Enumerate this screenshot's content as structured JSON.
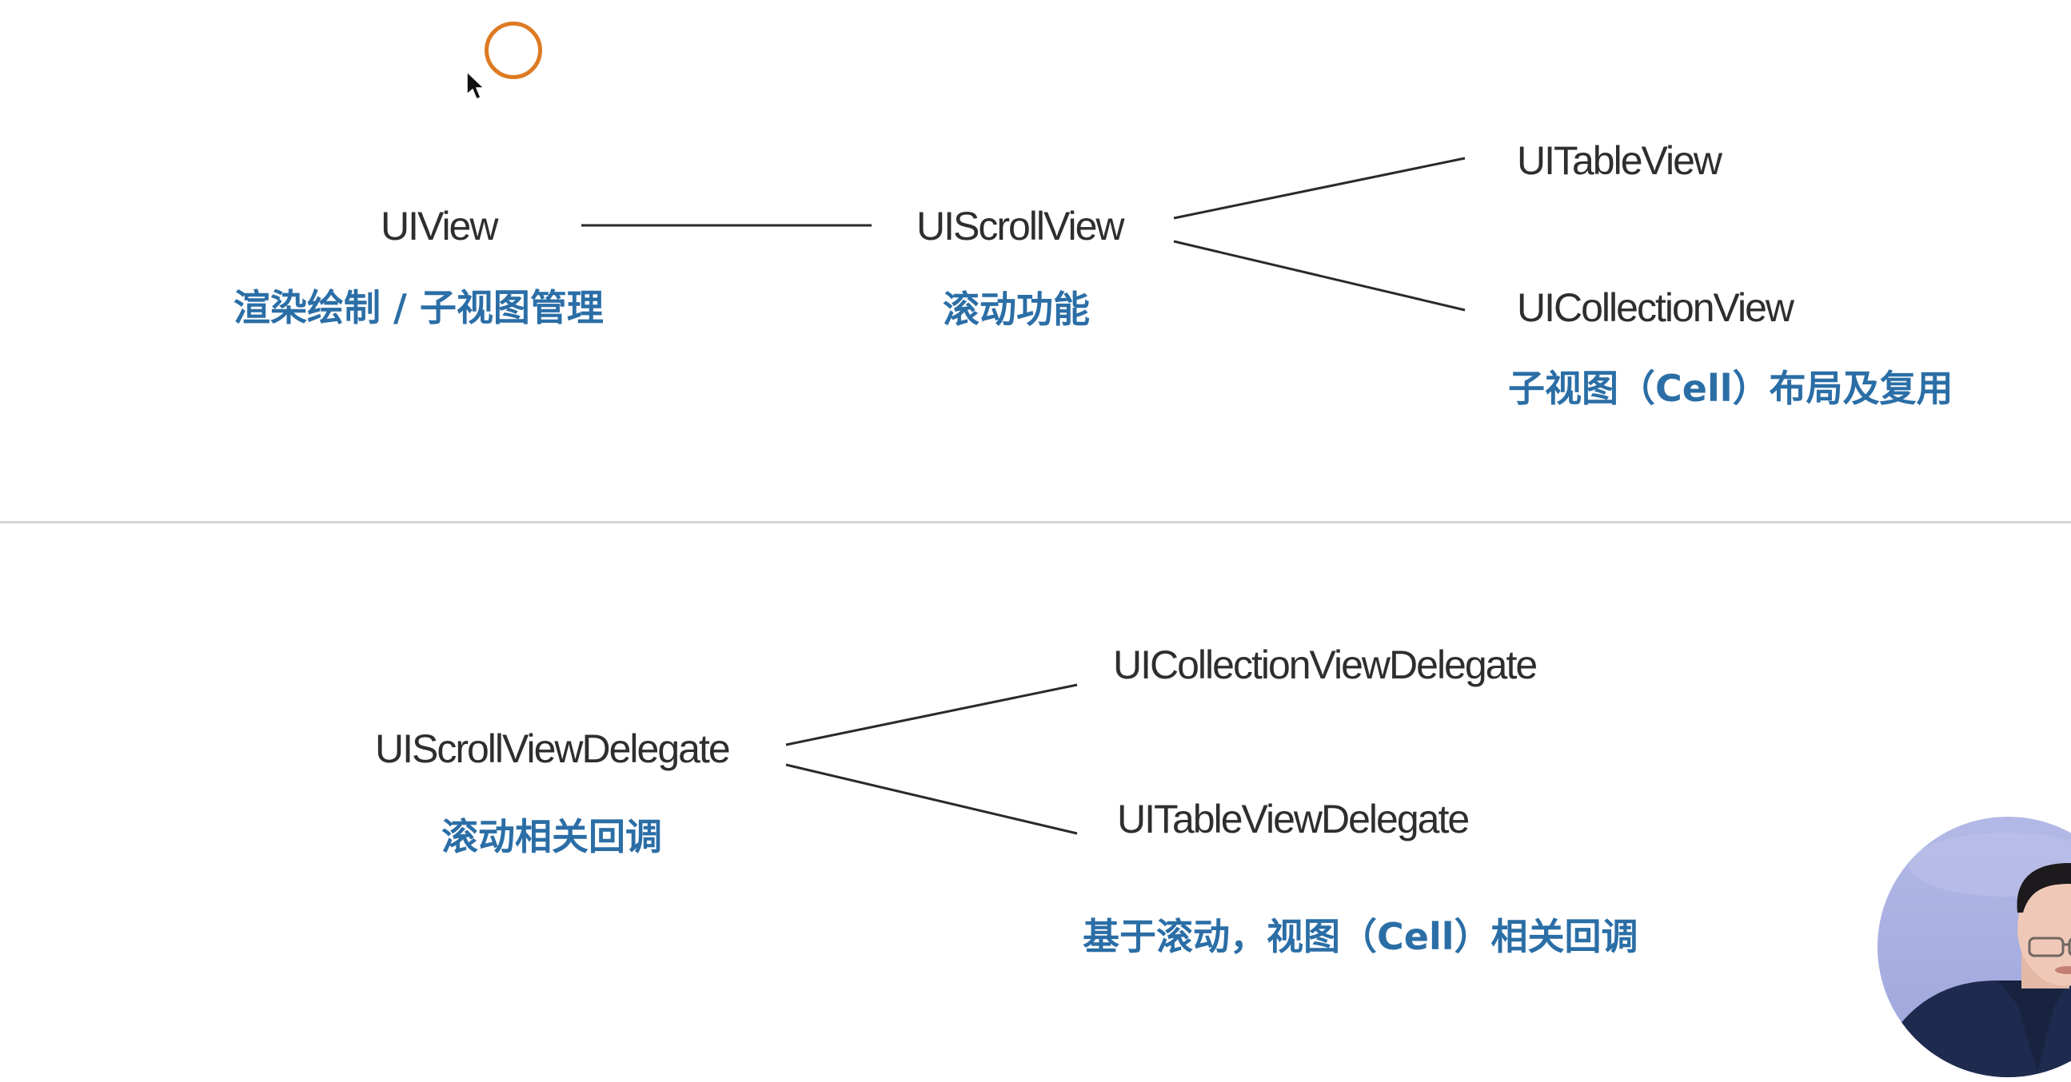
{
  "diagram_top": {
    "nodes": {
      "uiview": "UIView",
      "uiscrollview": "UIScrollView",
      "uitableview": "UITableView",
      "uicollectionview": "UICollectionView"
    },
    "descriptions": {
      "uiview": "渲染绘制 /  子视图管理",
      "uiscrollview": "滚动功能",
      "subclasses": "子视图（Cell）布局及复用"
    }
  },
  "diagram_bottom": {
    "nodes": {
      "scroll_delegate": "UIScrollViewDelegate",
      "collection_delegate": "UICollectionViewDelegate",
      "table_delegate": "UITableViewDelegate"
    },
    "descriptions": {
      "scroll_delegate": "滚动相关回调",
      "subclasses": "基于滚动，视图（Cell）相关回调"
    }
  },
  "colors": {
    "node_text": "#2e2e2e",
    "description_text": "#2b6ea6",
    "connector": "#2a2a2a",
    "divider": "#d4d4d4",
    "click_indicator": "#dd7a22"
  },
  "overlay": {
    "click_indicator_icon": "click-ring-icon",
    "cursor_icon": "mouse-pointer-icon",
    "presenter": "presenter-video-avatar"
  }
}
